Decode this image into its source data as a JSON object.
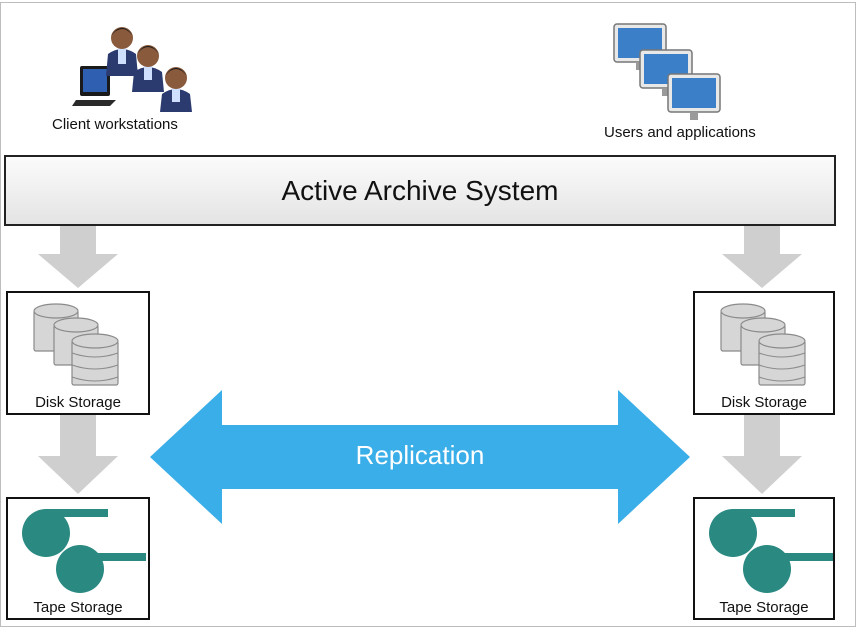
{
  "top": {
    "client_label": "Client workstations",
    "users_label": "Users and applications"
  },
  "banner": {
    "title": "Active Archive System"
  },
  "left": {
    "disk_label": "Disk Storage",
    "tape_label": "Tape Storage"
  },
  "right": {
    "disk_label": "Disk Storage",
    "tape_label": "Tape Storage"
  },
  "replication": {
    "label": "Replication",
    "color": "#3aaee8"
  },
  "colors": {
    "arrow_gray": "#cfcfcf",
    "tape_teal": "#2a8a82",
    "disk_gray": "#cfcfcf"
  }
}
